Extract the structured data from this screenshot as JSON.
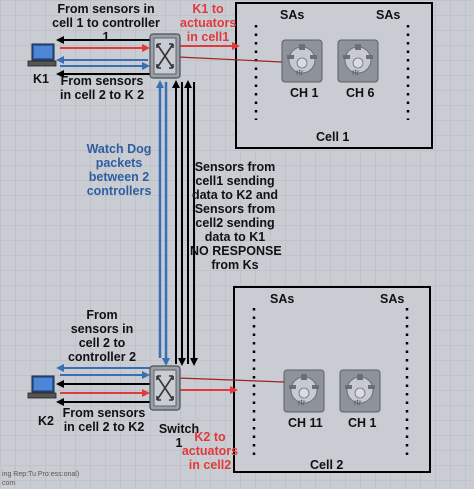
{
  "cell1": {
    "title": "Cell 1",
    "sas_left": "SAs",
    "sas_right": "SAs",
    "ch_a": "CH 1",
    "ch_b": "CH 6",
    "rtr_a": "rtr",
    "rtr_b": "rtr"
  },
  "cell2": {
    "title": "Cell 2",
    "sas_left": "SAs",
    "sas_right": "SAs",
    "ch_a": "CH 11",
    "ch_b": "CH 1",
    "rtr_a": "rtr",
    "rtr_b": "rtr"
  },
  "controllers": {
    "k1": "K1",
    "k2": "K2"
  },
  "switch2": {
    "label_line1": "Switch",
    "label_line2": "1"
  },
  "labels": {
    "top_from_sensors": [
      "From sensors in",
      "cell 1 to controller",
      "1"
    ],
    "k1_actuators": [
      "K1 to",
      "actuators",
      "in cell1"
    ],
    "k1_from_cell2": [
      "From sensors",
      "in cell 2 to K 2"
    ],
    "watchdog": [
      "Watch Dog",
      "packets",
      "between 2",
      "controllers"
    ],
    "no_response": [
      "Sensors from",
      "cell1 sending",
      "data to K2 and",
      "Sensors from",
      "cell2 sending",
      "data to K1",
      "NO RESPONSE",
      "from Ks"
    ],
    "cell2_to_k2": [
      "From",
      "sensors in",
      "cell 2 to",
      "controller 2"
    ],
    "k2_from_cell2": [
      "From sensors",
      "in cell 2 to K2"
    ],
    "k2_actuators": [
      "K2 to",
      "actuators",
      "in cell2"
    ],
    "footer": [
      "ing Rep:Tu Pro:ess:onal)",
      "com"
    ]
  },
  "colors": {
    "red_arrow": "#e03a3a",
    "blue_arrow": "#3a6fb3",
    "black_arrow": "#000000",
    "red_text": "#e03a3a",
    "blue_text": "#2f5e9e"
  }
}
